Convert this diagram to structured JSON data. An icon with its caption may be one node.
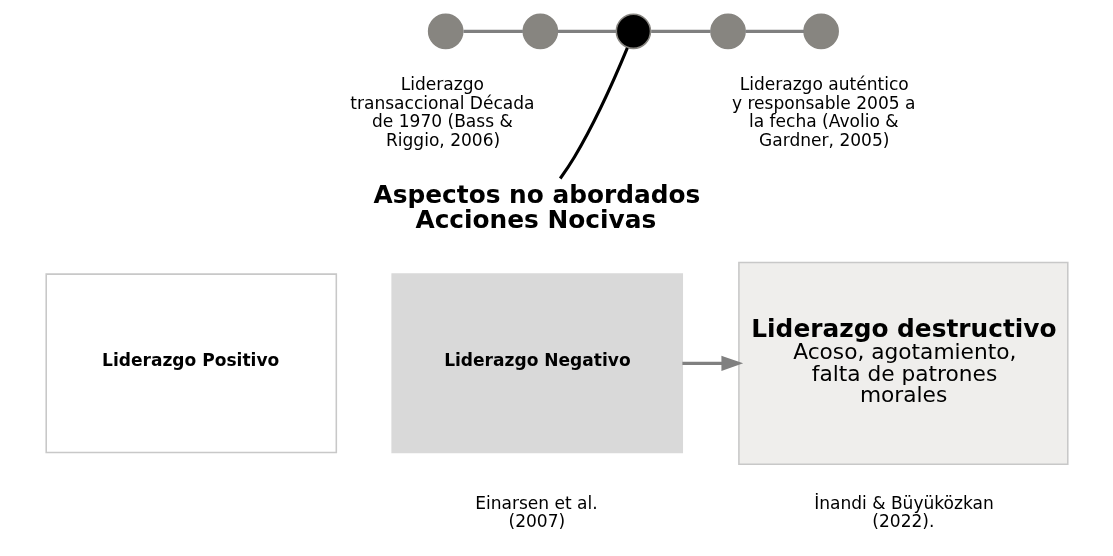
{
  "diagram": {
    "nodes": [
      {
        "text": [],
        "shape": "circle",
        "beside": [
          "Liderazgo transaccional Década de 1970 (Bass & Riggio, 2006)"
        ]
      },
      {
        "text": [],
        "shape": "circle"
      },
      {
        "text": [],
        "shape": "circle"
      },
      {
        "text": [],
        "shape": "circle"
      },
      {
        "text": [],
        "shape": "circle",
        "beside": [
          "Liderazgo auténtico y responsable 2005 a la fecha (Avolio & Gardner, 2005)"
        ]
      },
      {
        "text": [
          "Aspectos no abordados",
          "Acciones Nocivas"
        ]
      },
      {
        "text": [
          "Liderazgo Positivo"
        ]
      },
      {
        "text": [
          "Liderazgo Negativo"
        ],
        "beside": [
          "Einarsen et al. (2007)"
        ]
      },
      {
        "text": [
          "Liderazgo destructivo",
          "Acoso, agotamiento, falta de patrones morales"
        ],
        "beside": [
          "İnandi & Büyüközkan (2022)."
        ]
      }
    ],
    "edges": [
      {
        "from": 0,
        "to": 1,
        "arrow": "none"
      },
      {
        "from": 1,
        "to": 2,
        "arrow": "none"
      },
      {
        "from": 2,
        "to": 3,
        "arrow": "none"
      },
      {
        "from": 3,
        "to": 4,
        "arrow": "none"
      },
      {
        "from": 2,
        "to": 5,
        "arrow": "none",
        "color": "#000000"
      },
      {
        "from": 7,
        "to": 8,
        "arrow": "to"
      }
    ]
  }
}
